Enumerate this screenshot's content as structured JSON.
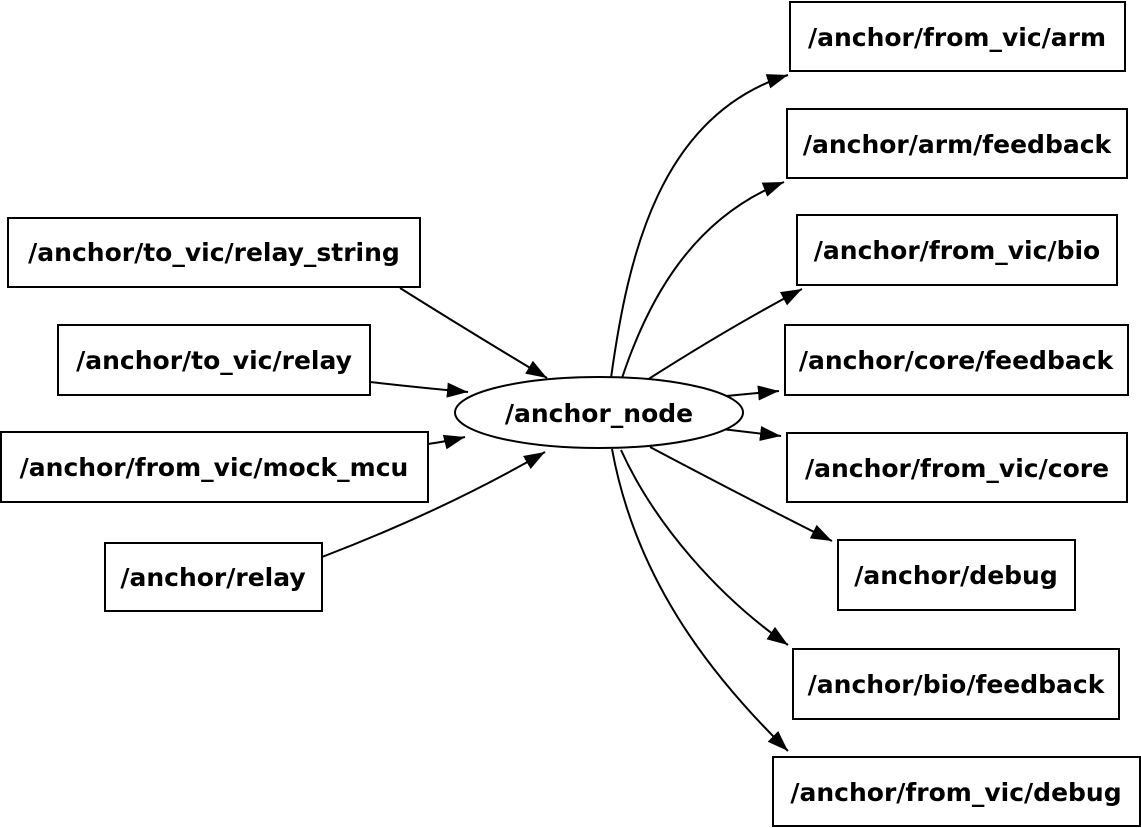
{
  "graph": {
    "type": "node-graph",
    "colors": {
      "background": "#ffffff",
      "node_fill": "#ffffff",
      "node_stroke": "#000000",
      "edge_color": "#000000",
      "text_color": "#000000"
    },
    "center_node": {
      "id": "anchor_node",
      "label": "/anchor_node",
      "shape": "ellipse"
    },
    "input_nodes": [
      {
        "id": "to_vic_relay_string",
        "label": "/anchor/to_vic/relay_string",
        "shape": "box"
      },
      {
        "id": "to_vic_relay",
        "label": "/anchor/to_vic/relay",
        "shape": "box"
      },
      {
        "id": "from_vic_mock_mcu",
        "label": "/anchor/from_vic/mock_mcu",
        "shape": "box"
      },
      {
        "id": "relay",
        "label": "/anchor/relay",
        "shape": "box"
      }
    ],
    "output_nodes": [
      {
        "id": "from_vic_arm",
        "label": "/anchor/from_vic/arm",
        "shape": "box"
      },
      {
        "id": "arm_feedback",
        "label": "/anchor/arm/feedback",
        "shape": "box"
      },
      {
        "id": "from_vic_bio",
        "label": "/anchor/from_vic/bio",
        "shape": "box"
      },
      {
        "id": "core_feedback",
        "label": "/anchor/core/feedback",
        "shape": "box"
      },
      {
        "id": "from_vic_core",
        "label": "/anchor/from_vic/core",
        "shape": "box"
      },
      {
        "id": "debug",
        "label": "/anchor/debug",
        "shape": "box"
      },
      {
        "id": "bio_feedback",
        "label": "/anchor/bio/feedback",
        "shape": "box"
      },
      {
        "id": "from_vic_debug",
        "label": "/anchor/from_vic/debug",
        "shape": "box"
      }
    ],
    "edges": [
      {
        "from": "/anchor/to_vic/relay_string",
        "to": "/anchor_node"
      },
      {
        "from": "/anchor/to_vic/relay",
        "to": "/anchor_node"
      },
      {
        "from": "/anchor/from_vic/mock_mcu",
        "to": "/anchor_node"
      },
      {
        "from": "/anchor/relay",
        "to": "/anchor_node"
      },
      {
        "from": "/anchor_node",
        "to": "/anchor/from_vic/arm"
      },
      {
        "from": "/anchor_node",
        "to": "/anchor/arm/feedback"
      },
      {
        "from": "/anchor_node",
        "to": "/anchor/from_vic/bio"
      },
      {
        "from": "/anchor_node",
        "to": "/anchor/core/feedback"
      },
      {
        "from": "/anchor_node",
        "to": "/anchor/from_vic/core"
      },
      {
        "from": "/anchor_node",
        "to": "/anchor/debug"
      },
      {
        "from": "/anchor_node",
        "to": "/anchor/bio/feedback"
      },
      {
        "from": "/anchor_node",
        "to": "/anchor/from_vic/debug"
      }
    ]
  }
}
